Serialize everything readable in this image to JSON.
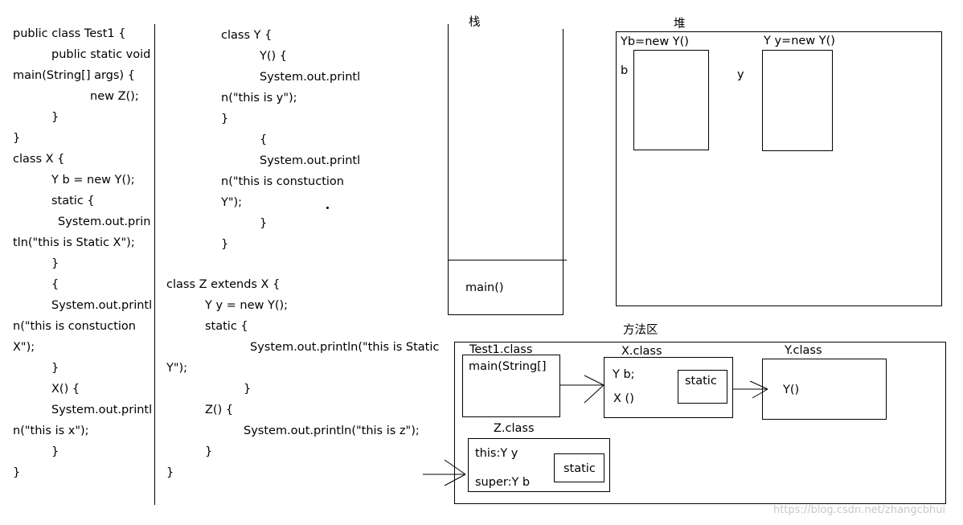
{
  "code_col1": [
    {
      "text": "public class Test1 {",
      "indent": 0
    },
    {
      "text": "public static void",
      "indent": 48
    },
    {
      "text": "main(String[] args) {",
      "indent": 0
    },
    {
      "text": "new Z();",
      "indent": 96
    },
    {
      "text": "}",
      "indent": 48
    },
    {
      "text": "}",
      "indent": 0
    },
    {
      "text": "class X {",
      "indent": 0
    },
    {
      "text": "Y b = new Y();",
      "indent": 48
    },
    {
      "text": "static {",
      "indent": 48
    },
    {
      "text": "System.out.prin",
      "indent": 56
    },
    {
      "text": "tln(\"this is Static X\");",
      "indent": 0
    },
    {
      "text": "}",
      "indent": 48
    },
    {
      "text": "{",
      "indent": 48
    },
    {
      "text": "System.out.printl",
      "indent": 48
    },
    {
      "text": "n(\"this is constuction",
      "indent": 0
    },
    {
      "text": "X\");",
      "indent": 0
    },
    {
      "text": "}",
      "indent": 48
    },
    {
      "text": "X() {",
      "indent": 48
    },
    {
      "text": "System.out.printl",
      "indent": 48
    },
    {
      "text": "n(\"this is x\");",
      "indent": 0
    },
    {
      "text": "}",
      "indent": 48
    },
    {
      "text": "}",
      "indent": 0
    }
  ],
  "code_col2_y": [
    {
      "text": "class Y {",
      "indent": 0
    },
    {
      "text": "Y() {",
      "indent": 48
    },
    {
      "text": "System.out.printl",
      "indent": 48
    },
    {
      "text": "n(\"this is y\");",
      "indent": 0
    },
    {
      "text": "}",
      "indent": 0
    },
    {
      "text": "{",
      "indent": 48
    },
    {
      "text": "System.out.printl",
      "indent": 48
    },
    {
      "text": "n(\"this is constuction",
      "indent": 0
    },
    {
      "text": "Y\");",
      "indent": 0
    },
    {
      "text": "}",
      "indent": 48
    },
    {
      "text": "}",
      "indent": 0
    }
  ],
  "code_col2_z": [
    {
      "text": "class Z extends X {",
      "indent": 0
    },
    {
      "text": "Y y = new Y();",
      "indent": 48
    },
    {
      "text": "static {",
      "indent": 48
    },
    {
      "text": "System.out.println(\"this is Static",
      "indent": 104
    },
    {
      "text": "Y\");",
      "indent": 0
    },
    {
      "text": "}",
      "indent": 96
    },
    {
      "text": "Z() {",
      "indent": 48
    },
    {
      "text": "System.out.println(\"this is z\");",
      "indent": 96
    },
    {
      "text": "}",
      "indent": 48
    },
    {
      "text": "}",
      "indent": 0
    }
  ],
  "stack": {
    "title": "栈",
    "frame": "main()"
  },
  "heap": {
    "title": "堆",
    "obj1_label": "Yb=new Y()",
    "obj1_ref": "b",
    "obj2_label": "Y y=new Y()",
    "obj2_ref": "y"
  },
  "method_area": {
    "title": "方法区",
    "test1_title": "Test1.class",
    "test1_main": "main(String[]",
    "x_title": "X.class",
    "x_field": "Y b;",
    "x_ctor": "X ()",
    "x_static": "static",
    "y_title": "Y.class",
    "y_ctor": "Y()",
    "z_title": "Z.class",
    "z_field": "this:Y y",
    "z_super": "super:Y b",
    "z_static": "static"
  },
  "watermark": "https://blog.csdn.net/zhangcbhui"
}
